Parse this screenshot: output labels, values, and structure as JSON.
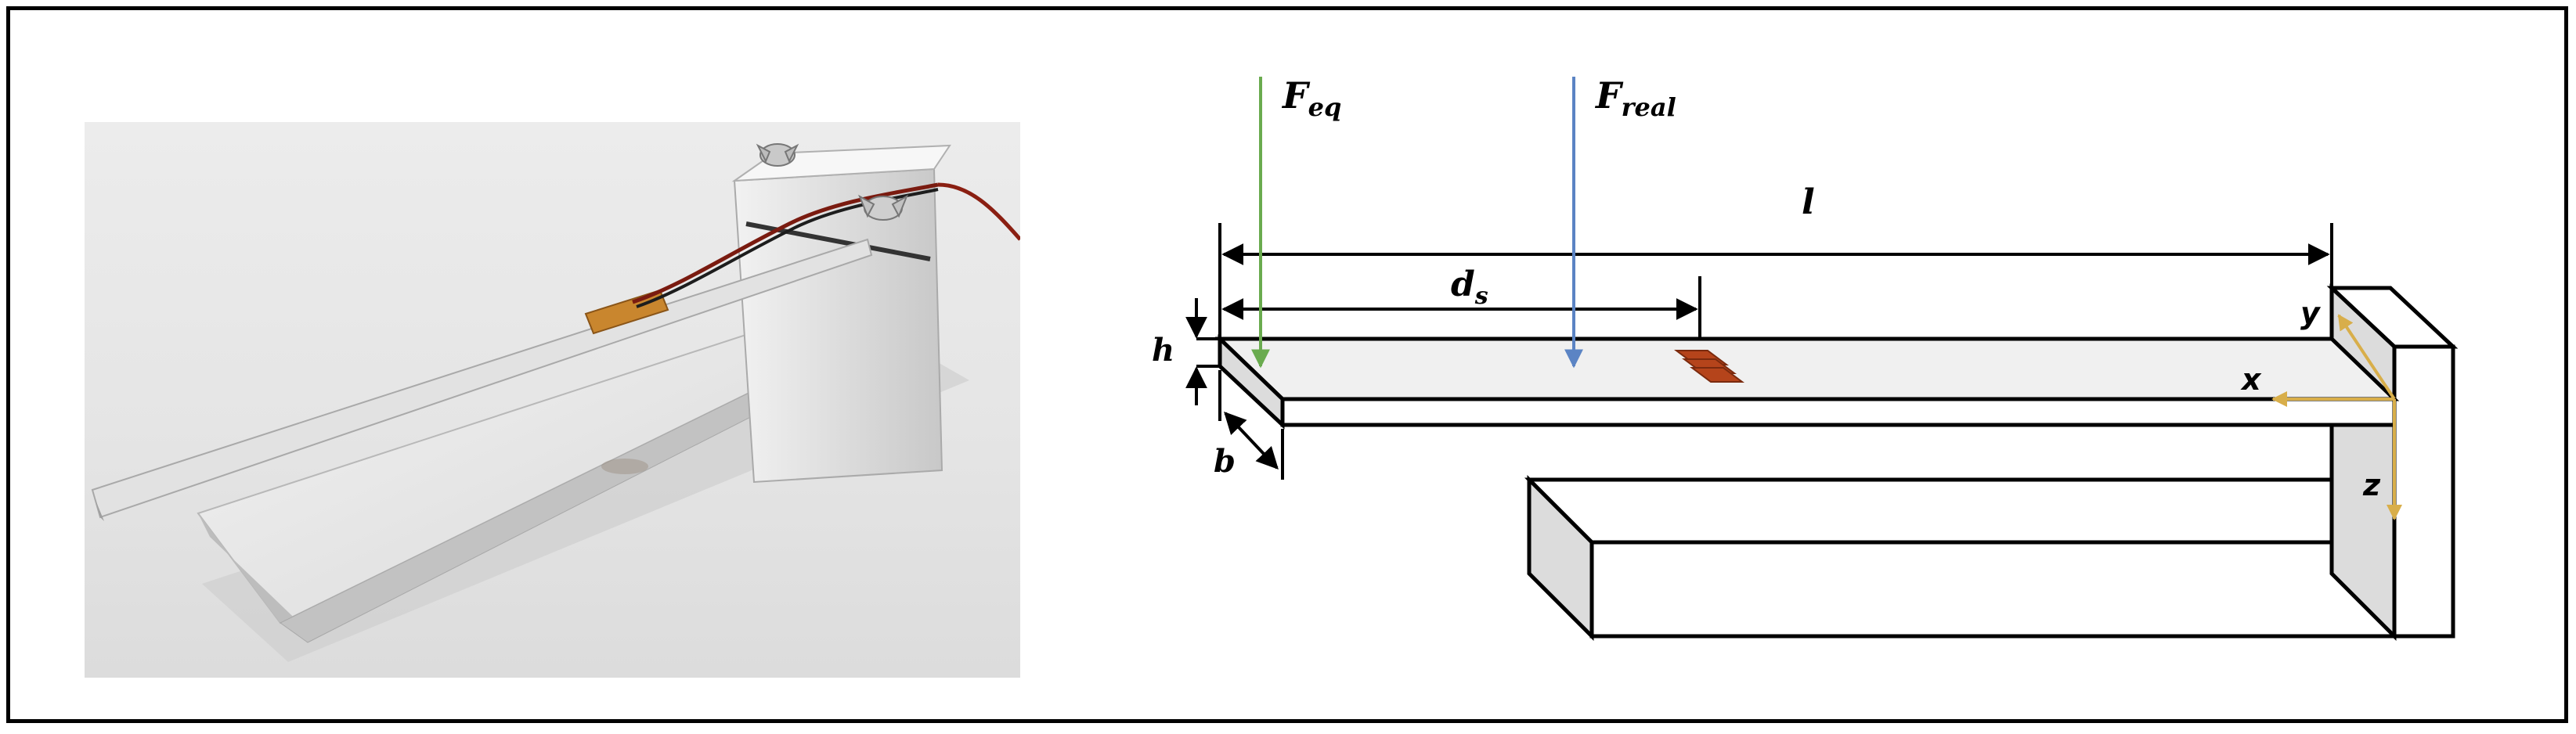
{
  "labels": {
    "F_eq_main": "F",
    "F_eq_sub": "eq",
    "F_real_main": "F",
    "F_real_sub": "real",
    "length": "l",
    "ds_main": "d",
    "ds_sub": "s",
    "height": "h",
    "width": "b",
    "axis_x": "x",
    "axis_y": "y",
    "axis_z": "z"
  },
  "colors": {
    "force_eq": "#6aab4f",
    "force_real": "#5b84c4",
    "axes": "#d8ae4a",
    "strain_gauge": "#b5441b",
    "beam_top": "#f0f0f0",
    "beam_side": "#dcdcdc"
  }
}
